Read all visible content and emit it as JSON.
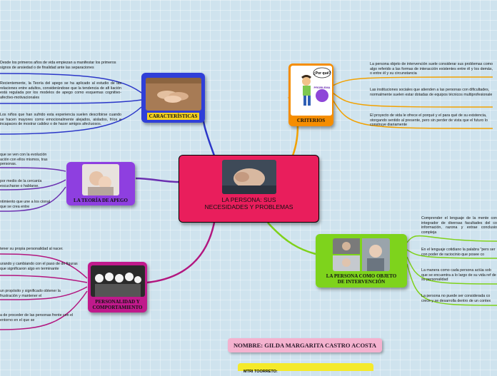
{
  "central": {
    "title": "LA PERSONA: SUS NECESIDADES Y PROBLEMAS"
  },
  "nodes": {
    "caracteristicas": "CARACTERÍSTICAS",
    "criterios": "CRITERIOS",
    "teoria": "LA TEORÍA DE APEGO",
    "personalidad": "PERSONALIDAD Y COMPORTAMIENTO",
    "objeto": "LA PERSONA COMO OBJETO DE INTERVENCIÓN"
  },
  "criterios_pic": {
    "why": "¿Por qué?",
    "problem": "PROBLEMA"
  },
  "author": "NOMBRE: GILDA MARGARITA CASTRO ACOSTA",
  "bottom_note": "MTRI TOORRETO:",
  "texts": {
    "car1": "Desde los primeros años de vida empiezan a manifestar los primeros signos de ansiedad o de finalidad ante las separaciones",
    "car2": "Recientemente, la Teoría del apego se ha aplicado al estudio de las relaciones entre adultos, considerándose que la tendencia de afi liación está regulada por los modelos de apego como esquemas cognitivo-afectivo-motivacionales",
    "car3": "Los niños que han sufrido esta experiencia suelen describirse cuando se hacen mayores como emocionalmente alejados, aislados, fríos e incapaces de mostrar calidez o de hacer amigos afectuosos.",
    "cri1": "La persona objeto de intervención suele considerar sus problemas como algo referido a las formas de interacción existentes entre él y los demás, o entre él y su circunstancia",
    "cri2": "Las instituciones sociales que atienden a las personas con dificultades, normalmente suelen estar dotadas de equipos técnicos multiprofesionale",
    "cri3": "El proyecto de vida le ofrece el porqué y el para qué de su existencia, otorgando sentido al presente, pero sin perder de vista que el futuro lo construye diariamente",
    "teo1": "que se ven con la evolución ación con ellos mismos, tras personas.",
    "teo2": "por medio de la cercanía escucharse o hablarse.",
    "teo3": "ntimiento que une a los cional que se crea entre",
    "per1": "tener su propia personalidad al nacer.",
    "per2": "urando y cambiando con el paso de de figuras que significaron algo en terminante",
    "per3": "un propósito y significado obtener la frustración y mantener el",
    "per4": "a de proceder de las personas frente con el entorno en el que se",
    "obj1": "Comprender el lenguaje de la mente con integrador de diversas facultades del co información, razona y extrae conclusio compleja",
    "obj2": "En el lenguaje cotidiano la palabra \"pers ser con poder de raciocinio que posee co",
    "obj3": "La manera como cada persona actúa sob que se encuentra a lo largo de su vida ref de su personalidad",
    "obj4": "La persona no puede ser considerada co crece y se desarrolla dentro de un contex"
  }
}
